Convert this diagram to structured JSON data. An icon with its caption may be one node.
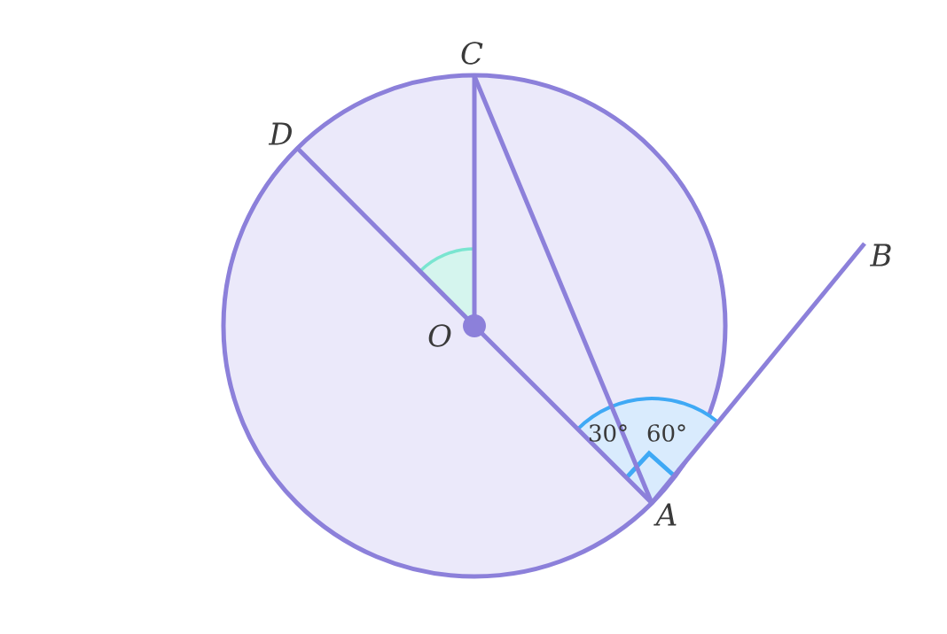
{
  "diagram": {
    "nodes": [
      {
        "text": [
          "C"
        ]
      },
      {
        "text": [
          "D"
        ]
      },
      {
        "text": [
          "B"
        ]
      },
      {
        "text": [
          "O"
        ]
      },
      {
        "text": [
          "A"
        ]
      }
    ],
    "edges": [
      {
        "from": 1,
        "to": 3,
        "arrow": "none"
      },
      {
        "from": 3,
        "to": 4,
        "arrow": "none"
      },
      {
        "from": 3,
        "to": 0,
        "arrow": "none"
      },
      {
        "from": 0,
        "to": 4,
        "arrow": "none"
      },
      {
        "from": 4,
        "to": 2,
        "arrow": "none"
      }
    ],
    "labels": [
      "30°",
      "60°"
    ]
  }
}
